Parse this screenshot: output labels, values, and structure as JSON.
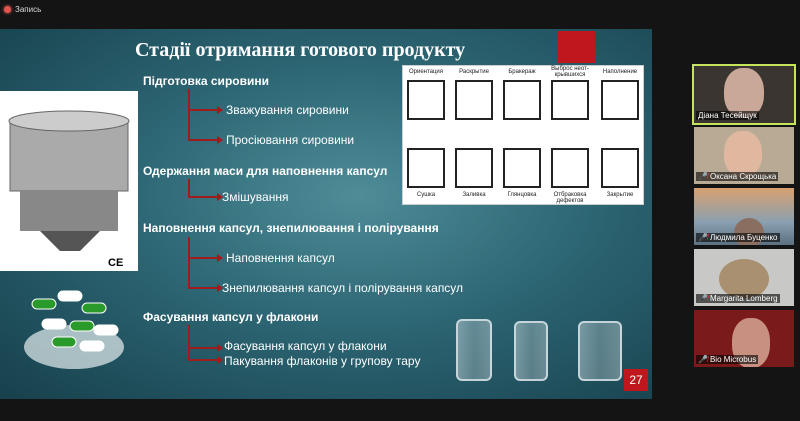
{
  "recording": {
    "label": "Запись"
  },
  "slide": {
    "title": "Стадії отримання готового продукту",
    "sections": [
      {
        "heading": "Підготовка сировини",
        "items": [
          "Зважування сировини",
          "Просіювання сировини"
        ]
      },
      {
        "heading": "Одержання маси для наповнення капсул",
        "items": [
          "Змішування"
        ]
      },
      {
        "heading": "Наповнення капсул, знепилювання і полірування",
        "items": [
          "Наповнення капсул",
          "Знепилювання капсул і полірування капсул"
        ]
      },
      {
        "heading": "Фасування капсул у флакони",
        "items": [
          "Фасування капсул у флакони",
          "Пакування флаконів у групову тару"
        ]
      }
    ],
    "diagram_top": [
      "Ориентация",
      "Раскрытие",
      "Бракераж",
      "Выброс неот-крывшихся",
      "Наполнение"
    ],
    "diagram_bottom": [
      "Сушка",
      "Заливка",
      "Глянцовка",
      "Отбраковка дефектов",
      "Закрытие"
    ],
    "machine_mark": "CE",
    "page_number": "27"
  },
  "participants": [
    {
      "name": "Діана Тесейщук",
      "muted": false,
      "active": true
    },
    {
      "name": "Оксана Скрощька",
      "muted": true
    },
    {
      "name": "Людмила Буценко",
      "muted": true
    },
    {
      "name": "Margarita Lomberg",
      "muted": true
    },
    {
      "name": "Bio Microbus",
      "muted": true
    }
  ]
}
